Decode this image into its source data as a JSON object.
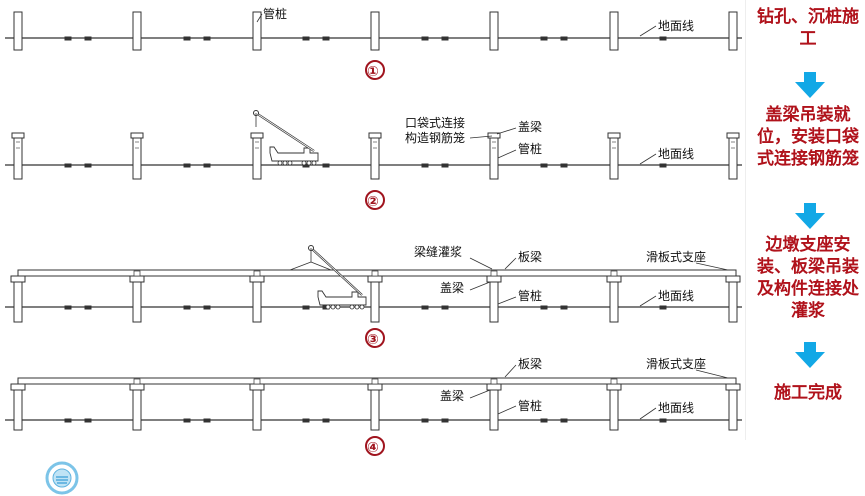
{
  "colors": {
    "step_text": "#b0121b",
    "arrow": "#12a8e6",
    "stage_number": "#a0141e",
    "line": "#333333"
  },
  "stages": [
    {
      "number": "①",
      "labels": {
        "pile": "管桩",
        "ground": "地面线"
      }
    },
    {
      "number": "②",
      "labels": {
        "cage_line1": "口袋式连接",
        "cage_line2": "构造钢筋笼",
        "cap_beam": "盖梁",
        "pile": "管桩",
        "ground": "地面线"
      }
    },
    {
      "number": "③",
      "labels": {
        "joint_grout": "梁缝灌浆",
        "slab": "板梁",
        "bearing": "滑板式支座",
        "cap_beam": "盖梁",
        "pile": "管桩",
        "ground": "地面线"
      }
    },
    {
      "number": "④",
      "labels": {
        "slab": "板梁",
        "bearing": "滑板式支座",
        "cap_beam": "盖梁",
        "pile": "管桩",
        "ground": "地面线"
      }
    }
  ],
  "steps": [
    {
      "text": "钻孔、沉桩施工"
    },
    {
      "text": "盖梁吊装就位，安装口袋式连接钢筋笼"
    },
    {
      "text": "边墩支座安装、板梁吊装及构件连接处灌浆"
    },
    {
      "text": "施工完成"
    }
  ],
  "icons": {
    "flow_arrow": "down-arrow-icon",
    "logo": "university-seal-icon"
  }
}
